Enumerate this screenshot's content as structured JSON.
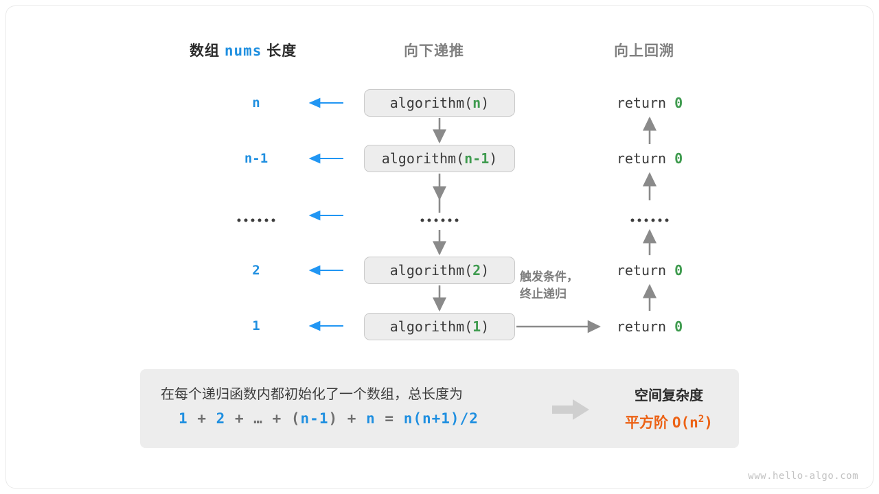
{
  "diagram": {
    "headers": {
      "left_prefix": "数组",
      "left_code": "nums",
      "left_suffix": "长度",
      "middle": "向下递推",
      "right": "向上回溯"
    },
    "rows": [
      {
        "length": "n",
        "call_prefix": "algorithm(",
        "call_arg": "n",
        "call_suffix": ")",
        "return_text": "return",
        "return_value": "0"
      },
      {
        "length": "n-1",
        "call_prefix": "algorithm(",
        "call_arg": "n-1",
        "call_suffix": ")",
        "return_text": "return",
        "return_value": "0"
      },
      {
        "length": "",
        "call_prefix": "",
        "call_arg": "",
        "call_suffix": "",
        "return_text": "",
        "return_value": ""
      },
      {
        "length": "2",
        "call_prefix": "algorithm(",
        "call_arg": "2",
        "call_suffix": ")",
        "return_text": "return",
        "return_value": "0"
      },
      {
        "length": "1",
        "call_prefix": "algorithm(",
        "call_arg": "1",
        "call_suffix": ")",
        "return_text": "return",
        "return_value": "0"
      }
    ],
    "trigger_note_line1": "触发条件，",
    "trigger_note_line2": "终止递归",
    "summary": {
      "description": "在每个递归函数内都初始化了一个数组，总长度为",
      "formula": "1 + 2 + … + (n-1) + n = n(n+1)/2",
      "formula_parts": {
        "t1": "1",
        "op1": "+",
        "t2": "2",
        "op2": "+",
        "ell": "…",
        "op3": "+",
        "paren_open": "(",
        "t3": "n-1",
        "paren_close": ")",
        "op4": "+",
        "t4": "n",
        "eq": "=",
        "result": "n(n+1)/2"
      },
      "right_title": "空间复杂度",
      "right_value_label": "平方阶",
      "right_value_notation": "O(n",
      "right_value_exp": "2",
      "right_value_close": ")"
    },
    "watermark": "www.hello-algo.com",
    "colors": {
      "blue": "#1f8fe0",
      "green": "#3f9b4f",
      "orange": "#ec6215",
      "gray_arrow": "#8a8a8a",
      "box_fill": "#ededed",
      "box_border": "#c9c9c9",
      "header_gray": "#808080"
    }
  }
}
